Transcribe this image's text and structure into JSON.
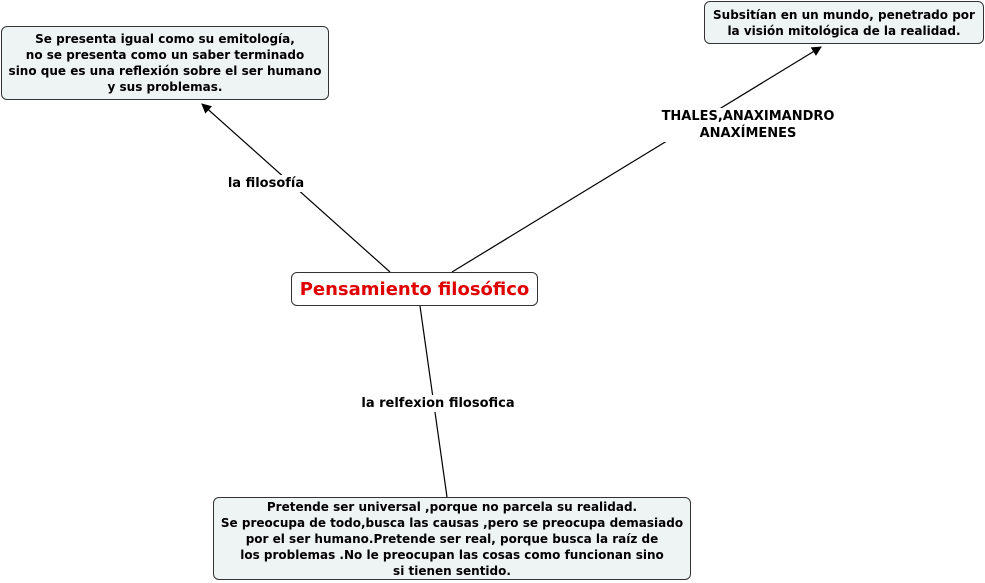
{
  "central": {
    "label": "Pensamiento filosófico",
    "color": "#e00000"
  },
  "nodes": {
    "top_left": "Se presenta igual como su emitología,\nno se presenta como un saber terminado\nsino que es una reflexión sobre el ser humano\ny sus problemas.",
    "top_right": "Subsitían en un mundo, penetrado por\nla visión mitológica de la realidad.",
    "bottom": "Pretende ser universal ,porque no parcela su realidad.\nSe preocupa de todo,busca las causas ,pero se preocupa demasiado\npor el ser humano.Pretende ser real, porque busca la raíz de\nlos problemas .No le preocupan las cosas como funcionan sino\nsi tienen sentido."
  },
  "links": {
    "filosofia": "la filosofía",
    "thales": "THALES,ANAXIMANDRO\nANAXÍMENES",
    "reflexion": "la relfexion filosofica"
  },
  "colors": {
    "node_fill": "#eef3f3",
    "border": "#333333",
    "line": "#000000"
  }
}
